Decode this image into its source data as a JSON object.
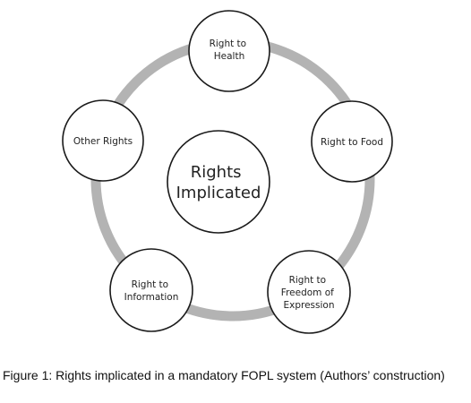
{
  "diagram": {
    "center": {
      "lines": [
        "Rights",
        "Implicated"
      ]
    },
    "nodes": [
      {
        "id": "health",
        "lines": [
          "Right to",
          "Health"
        ]
      },
      {
        "id": "food",
        "lines": [
          "Right to Food"
        ]
      },
      {
        "id": "expression",
        "lines": [
          "Right to",
          "Freedom of",
          "Expression"
        ]
      },
      {
        "id": "information",
        "lines": [
          "Right to",
          "Information"
        ]
      },
      {
        "id": "other",
        "lines": [
          "Other Rights"
        ]
      }
    ],
    "colors": {
      "ring": "#b3b3b3",
      "circle_stroke": "#1a1a1a",
      "circle_fill": "#ffffff",
      "text": "#222222"
    }
  },
  "caption": {
    "text": "Figure 1: Rights implicated in a mandatory FOPL system (Authors’ construction)"
  }
}
